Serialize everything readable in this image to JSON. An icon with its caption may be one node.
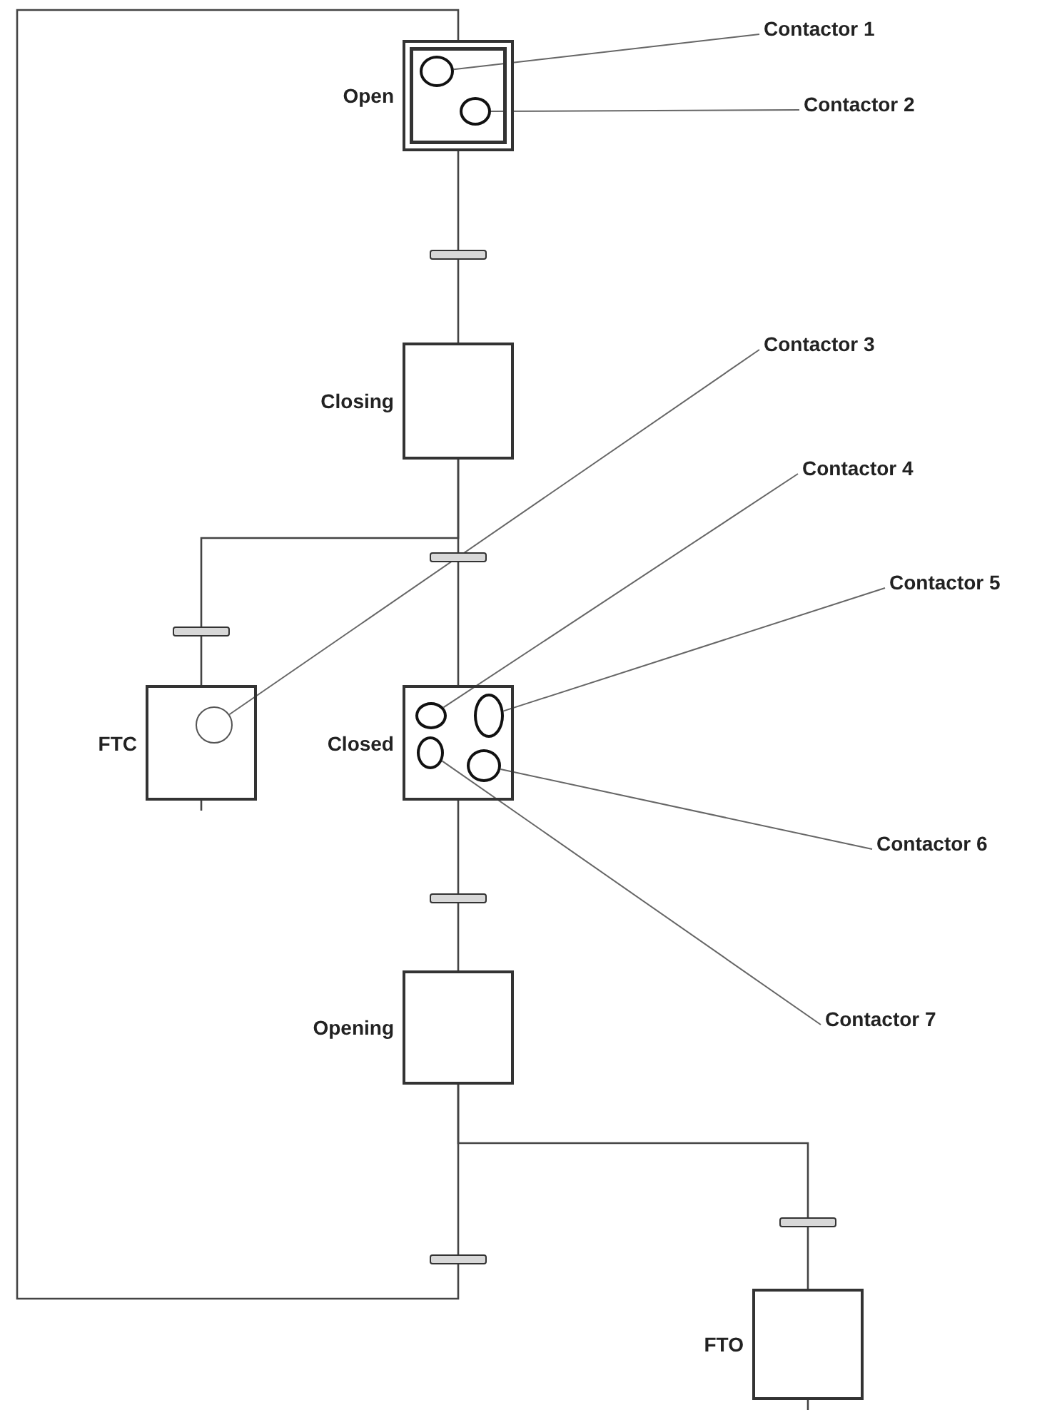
{
  "diagram": {
    "nodes": [
      {
        "text": [
          "Open"
        ]
      },
      {
        "text": [],
        "shape": "circle",
        "in": 0
      },
      {
        "text": [],
        "shape": "circle",
        "in": 0
      },
      {
        "text": [
          "Contactor 1"
        ]
      },
      {
        "text": [
          "Contactor 2"
        ]
      },
      {
        "text": [],
        "shape": "bar"
      },
      {
        "text": [
          "Closing"
        ]
      },
      {
        "text": [
          "Contactor 3"
        ]
      },
      {
        "text": [
          "Contactor 4"
        ]
      },
      {
        "text": [],
        "shape": "bar"
      },
      {
        "text": [
          "Contactor 5"
        ]
      },
      {
        "text": [],
        "shape": "bar"
      },
      {
        "text": [
          "FTC"
        ]
      },
      {
        "text": [],
        "shape": "circle",
        "in": 12
      },
      {
        "text": [
          "Closed"
        ]
      },
      {
        "text": [],
        "shape": "circle",
        "in": 14
      },
      {
        "text": [],
        "shape": "circle",
        "in": 14
      },
      {
        "text": [],
        "shape": "circle",
        "in": 14
      },
      {
        "text": [],
        "shape": "circle",
        "in": 14
      },
      {
        "text": [
          "Contactor 6"
        ]
      },
      {
        "text": [],
        "shape": "bar"
      },
      {
        "text": [
          "Opening"
        ]
      },
      {
        "text": [
          "Contactor 7"
        ]
      },
      {
        "text": [],
        "shape": "bar"
      },
      {
        "text": [],
        "shape": "bar"
      },
      {
        "text": [
          "FTO"
        ]
      }
    ],
    "edges": [
      {
        "from": 0,
        "to": 5,
        "arrow": "none"
      },
      {
        "from": 5,
        "to": 6,
        "arrow": "none"
      },
      {
        "from": 6,
        "to": 9,
        "arrow": "none"
      },
      {
        "from": 9,
        "to": 14,
        "arrow": "none"
      },
      {
        "from": 6,
        "to": 11,
        "arrow": "none"
      },
      {
        "from": 11,
        "to": 12,
        "arrow": "none"
      },
      {
        "from": 12,
        "to": null,
        "arrow": "none"
      },
      {
        "from": 14,
        "to": 20,
        "arrow": "none"
      },
      {
        "from": 20,
        "to": 21,
        "arrow": "none"
      },
      {
        "from": 21,
        "to": 24,
        "arrow": "none"
      },
      {
        "from": 21,
        "to": 23,
        "arrow": "none"
      },
      {
        "from": 23,
        "to": 25,
        "arrow": "none"
      },
      {
        "from": 25,
        "to": null,
        "arrow": "none"
      },
      {
        "from": 24,
        "to": 0,
        "arrow": "none"
      },
      {
        "from": 3,
        "to": 1,
        "arrow": "none"
      },
      {
        "from": 4,
        "to": 2,
        "arrow": "none"
      },
      {
        "from": 7,
        "to": 13,
        "arrow": "none"
      },
      {
        "from": 8,
        "to": 15,
        "arrow": "none"
      },
      {
        "from": 10,
        "to": 16,
        "arrow": "none"
      },
      {
        "from": 19,
        "to": 18,
        "arrow": "none"
      },
      {
        "from": 22,
        "to": 17,
        "arrow": "none"
      }
    ]
  }
}
